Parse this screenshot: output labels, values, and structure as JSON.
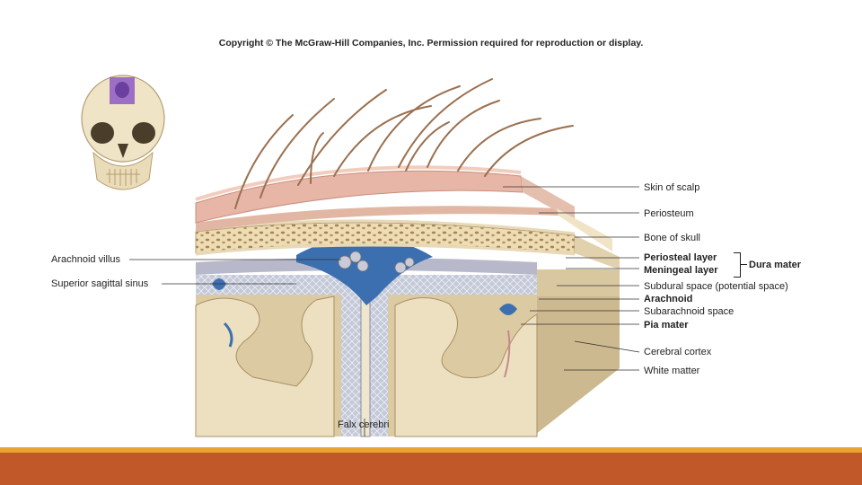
{
  "copyright": "Copyright © The McGraw-Hill Companies, Inc. Permission required for reproduction or display.",
  "labels": {
    "skin_of_scalp": "Skin of scalp",
    "periosteum": "Periosteum",
    "bone_of_skull": "Bone of skull",
    "periosteal_layer": "Periosteal layer",
    "meningeal_layer": "Meningeal layer",
    "dura_mater": "Dura mater",
    "subdural_space": "Subdural space (potential space)",
    "arachnoid": "Arachnoid",
    "subarachnoid_space": "Subarachnoid space",
    "pia_mater": "Pia mater",
    "cerebral_cortex": "Cerebral cortex",
    "white_matter": "White matter",
    "arachnoid_villus": "Arachnoid villus",
    "superior_sagittal_sinus": "Superior sagittal sinus",
    "falx_cerebri": "Falx cerebri"
  },
  "colors": {
    "footer_bar": "#c0582a",
    "footer_line": "#e8a42e",
    "skin": "#e7b6a6",
    "bone": "#efe2c4",
    "brain": "#dccaa2",
    "sinus_blue": "#3b6fb0",
    "highlight": "#8e5bc3"
  }
}
